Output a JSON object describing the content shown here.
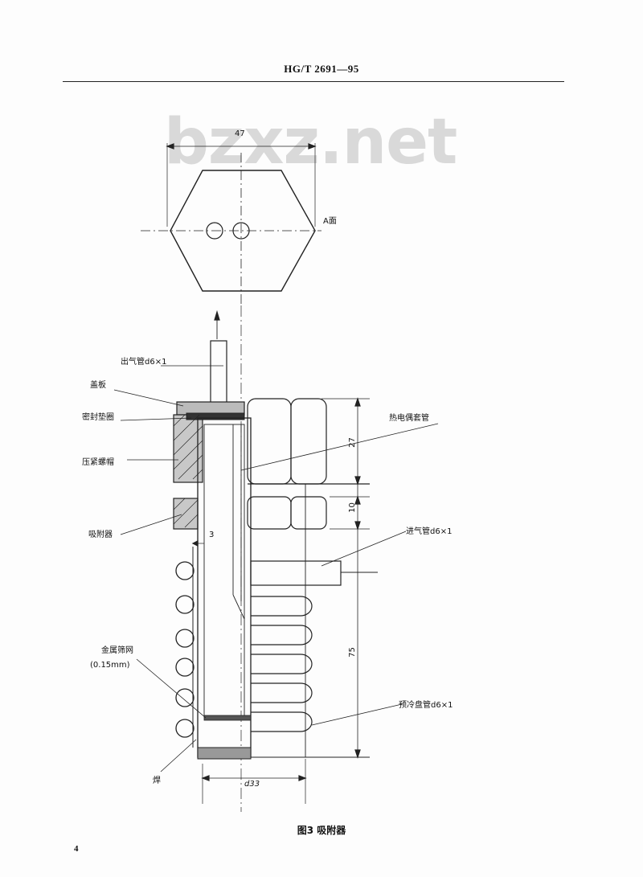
{
  "header": {
    "standard_code": "HG/T 2691—95"
  },
  "watermark": "bzxz.net",
  "figure": {
    "top_view": {
      "dimension_width": "47",
      "face_label": "A面"
    },
    "labels": {
      "outlet_pipe": "出气管d6×1",
      "cover_plate": "盖板",
      "seal_gasket": "密封垫圈",
      "compression_nut": "压紧螺帽",
      "adsorber": "吸附器",
      "thermocouple_sleeve": "热电偶套管",
      "inlet_pipe": "进气管d6×1",
      "metal_mesh": "金属筛网",
      "mesh_size": "(0.15mm)",
      "precool_coil": "预冷盘管d6×1",
      "weld": "焊"
    },
    "dimensions": {
      "d27": "27",
      "d10": "10",
      "d75": "75",
      "d3": "3",
      "diameter": "d33"
    },
    "caption": "图3  吸附器"
  },
  "page_number": "4"
}
